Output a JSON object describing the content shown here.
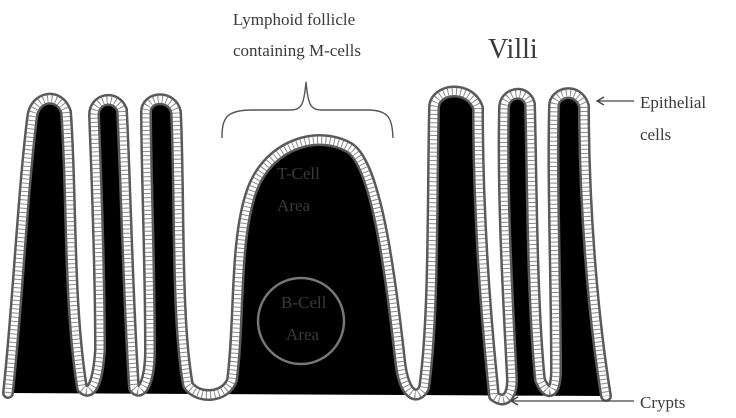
{
  "labels": {
    "follicle_line1": "Lymphoid follicle",
    "follicle_line2": "containing M-cells",
    "villi": "Villi",
    "epithelial_line1": "Epithelial",
    "epithelial_line2": "cells",
    "tcell_line1": "T-Cell",
    "tcell_line2": "Area",
    "bcell_line1": "B-Cell",
    "bcell_line2": "Area",
    "crypts": "Crypts"
  },
  "colors": {
    "background": "#ffffff",
    "epithelium_outline": "#5a5a5a",
    "text": "#3a3a3a"
  }
}
